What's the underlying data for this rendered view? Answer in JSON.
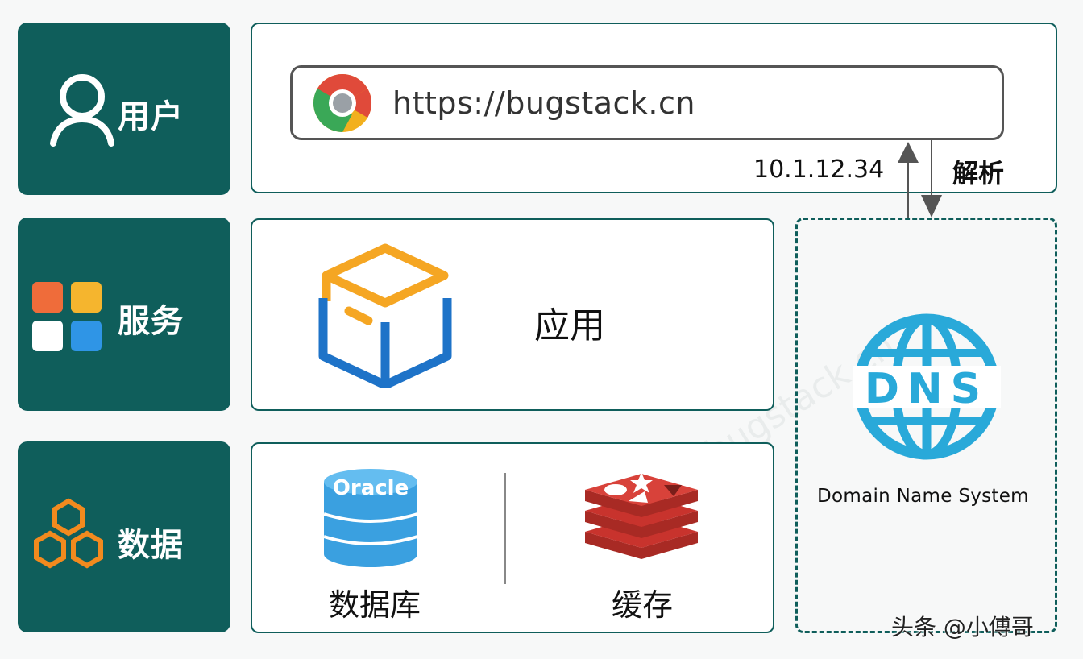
{
  "layers": {
    "user": {
      "label": "用户"
    },
    "service": {
      "label": "服务"
    },
    "data": {
      "label": "数据"
    }
  },
  "browser": {
    "url": "https://bugstack.cn"
  },
  "arrows": {
    "ip": "10.1.12.34",
    "resolve": "解析"
  },
  "service_panel": {
    "app_label": "应用"
  },
  "data_panel": {
    "db_label": "数据库",
    "db_logo_text": "Oracle",
    "cache_label": "缓存"
  },
  "dns": {
    "logo_text": "DNS",
    "caption": "Domain Name System"
  },
  "footer": {
    "credit": "头条 @小傅哥"
  },
  "watermark": {
    "text": "bugstack.cn"
  },
  "colors": {
    "teal": "#0f5e5b",
    "dns_blue": "#29a9d9",
    "oracle_blue": "#3aa0e0",
    "redis_red": "#c8332d",
    "box_orange": "#f5a623",
    "box_blue": "#1e73c8"
  }
}
